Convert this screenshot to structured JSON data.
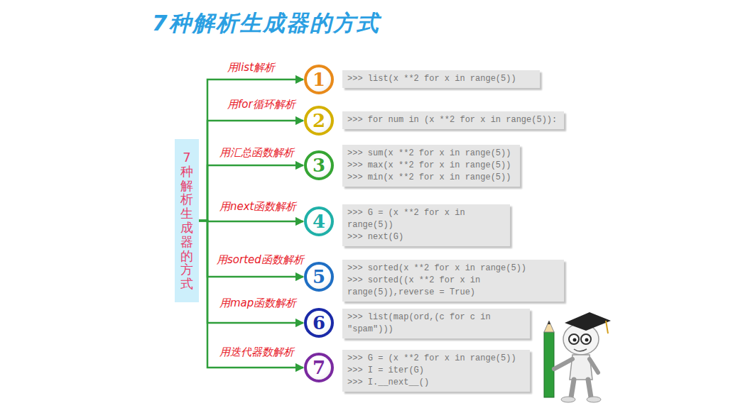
{
  "diagram": {
    "title": "7种解析生成器的方式",
    "nodes": [
      {
        "text": [
          "7种解析生成器的方式"
        ]
      },
      {
        "text": [
          "1"
        ]
      },
      {
        "text": [
          ">>> list(x **2 for x in range(5))"
        ]
      },
      {
        "text": [
          "2"
        ]
      },
      {
        "text": [
          ">>> for num in (x **2 for x in range(5)):"
        ]
      },
      {
        "text": [
          "3"
        ]
      },
      {
        "text": [
          ">>> sum(x **2 for x in range(5))",
          ">>> max(x **2 for x in range(5))",
          ">>> min(x **2 for x in range(5))"
        ]
      },
      {
        "text": [
          "4"
        ]
      },
      {
        "text": [
          ">>> G = (x **2 for x in range(5))",
          ">>> next(G)"
        ]
      },
      {
        "text": [
          "5"
        ]
      },
      {
        "text": [
          ">>> sorted(x **2 for x in range(5))",
          ">>> sorted((x **2 for x in range(5)),reverse = True)"
        ]
      },
      {
        "text": [
          "6"
        ]
      },
      {
        "text": [
          ">>> list(map(ord,(c for c in \"spam\")))"
        ]
      },
      {
        "text": [
          "7"
        ]
      },
      {
        "text": [
          ">>> G = (x **2 for x in range(5))",
          ">>> I = iter(G)",
          ">>> I.__next__()"
        ]
      }
    ],
    "edges": [
      {
        "from": 0,
        "to": 1,
        "arrow": "to",
        "label": "用list解析"
      },
      {
        "from": 0,
        "to": 3,
        "arrow": "to",
        "label": "用for循环解析"
      },
      {
        "from": 0,
        "to": 5,
        "arrow": "to",
        "label": "用汇总函数解析"
      },
      {
        "from": 0,
        "to": 7,
        "arrow": "to",
        "label": "用next函数解析"
      },
      {
        "from": 0,
        "to": 9,
        "arrow": "to",
        "label": "用sorted函数解析"
      },
      {
        "from": 0,
        "to": 11,
        "arrow": "to",
        "label": "用map函数解析"
      },
      {
        "from": 0,
        "to": 13,
        "arrow": "to",
        "label": "用迭代器数解析"
      }
    ]
  }
}
